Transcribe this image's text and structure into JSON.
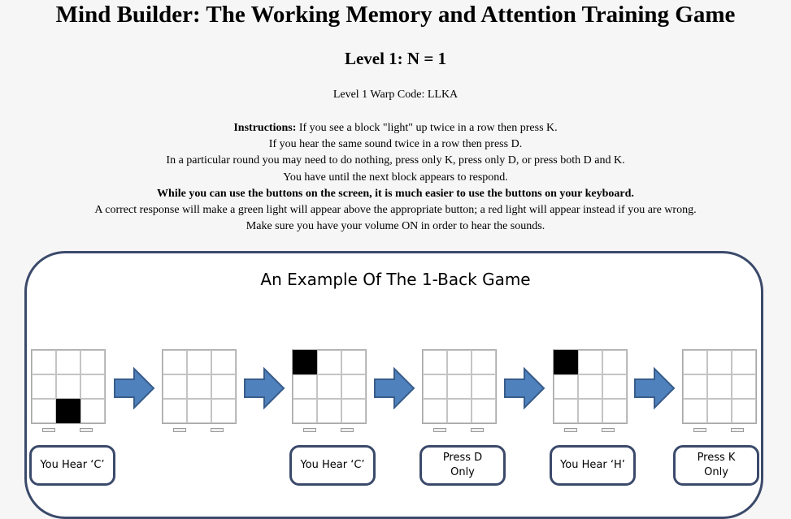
{
  "title": "Mind Builder: The Working Memory and Attention Training Game",
  "level_heading": "Level 1: N = 1",
  "warp_code": "Level 1 Warp Code: LLKA",
  "instructions": {
    "label": "Instructions:",
    "line1": " If you see a block \"light\" up twice in a row then press K.",
    "line2": "If you hear the same sound twice in a row then press D.",
    "line3": "In a particular round you may need to do nothing, press only K, press only D, or press both D and K.",
    "line4": "You have until the next block appears to respond.",
    "line5_bold": "While you can use the buttons on the screen, it is much easier to use the buttons on your keyboard.",
    "line6": "A correct response will make a green light will appear above the appropriate button; a red light will appear instead if you are wrong.",
    "line7": "Make sure you have your volume ON in order to hear the sounds."
  },
  "example": {
    "title": "An Example Of The 1-Back Game",
    "steps": [
      {
        "lit_cell": 7
      },
      {
        "lit_cell": null
      },
      {
        "lit_cell": 0
      },
      {
        "lit_cell": null
      },
      {
        "lit_cell": 0
      },
      {
        "lit_cell": null
      }
    ],
    "captions": [
      "You Hear ‘C’",
      "You Hear ‘C’",
      "Press D\nOnly",
      "You Hear ‘H’",
      "Press K\nOnly"
    ],
    "colors": {
      "arrow": "#4f81bd",
      "arrow_border": "#385d8a",
      "panel_border": "#3b4a6b"
    }
  }
}
